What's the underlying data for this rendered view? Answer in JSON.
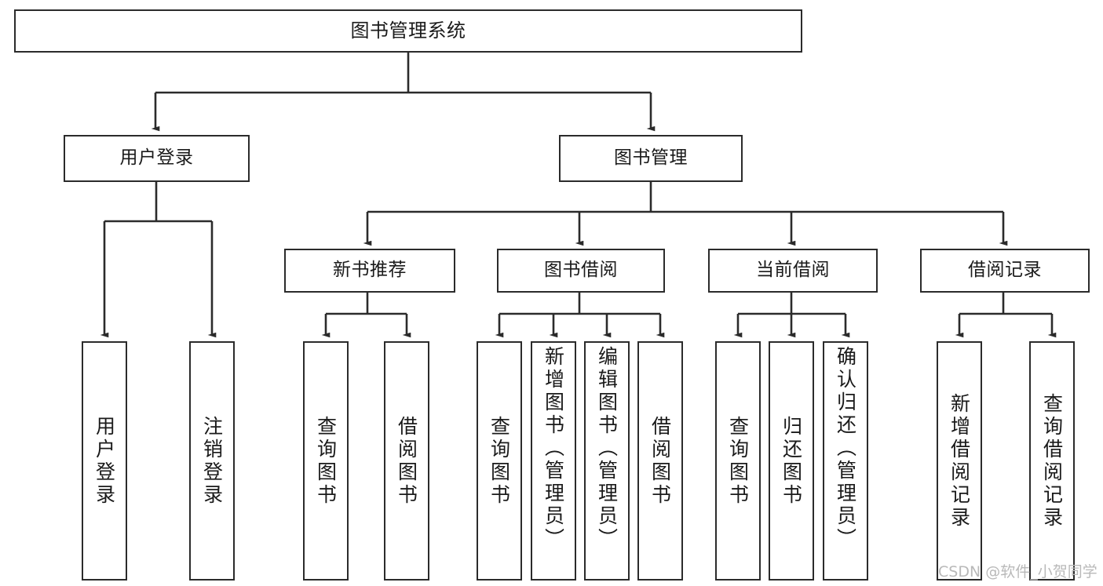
{
  "diagram": {
    "type": "tree-hierarchy",
    "title": "图书管理系统",
    "watermark": "CSDN @软件_小贺同学",
    "colors": {
      "background": "#ffffff",
      "stroke": "#2b2b2b",
      "text": "#1a1a1a",
      "watermark": "#b9b9b9"
    },
    "nodes": {
      "root": {
        "label": "图书管理系统"
      },
      "level2": [
        {
          "label": "用户登录"
        },
        {
          "label": "图书管理"
        }
      ],
      "level3": [
        {
          "label": "新书推荐"
        },
        {
          "label": "图书借阅"
        },
        {
          "label": "当前借阅"
        },
        {
          "label": "借阅记录"
        }
      ],
      "leaves": {
        "user_login": [
          {
            "label": "用户登录"
          },
          {
            "label": "注销登录"
          }
        ],
        "new_book_rec": [
          {
            "label": "查询图书"
          },
          {
            "label": "借阅图书"
          }
        ],
        "book_borrow": [
          {
            "label": "查询图书"
          },
          {
            "label": "新增图书（管理员）"
          },
          {
            "label": "编辑图书（管理员）"
          },
          {
            "label": "借阅图书"
          }
        ],
        "current_borrow": [
          {
            "label": "查询图书"
          },
          {
            "label": "归还图书"
          },
          {
            "label": "确认归还（管理员）"
          }
        ],
        "borrow_record": [
          {
            "label": "新增借阅记录"
          },
          {
            "label": "查询借阅记录"
          }
        ]
      }
    }
  }
}
